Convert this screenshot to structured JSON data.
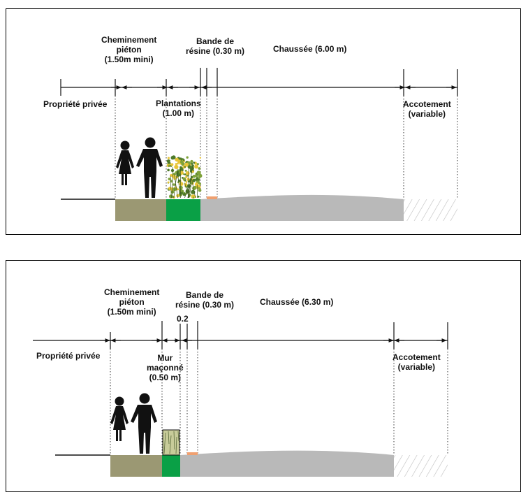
{
  "colors": {
    "pedestrian_path": "#9b9873",
    "planting_green": "#0aa046",
    "roadway_grey": "#b9b9b9",
    "resin_strip": "#f0a070",
    "shrub_leaf": "#7fa23a",
    "shrub_flower": "#e8c437",
    "wall_stone": "#c8cc9a",
    "silhouette": "#111111"
  },
  "panel_1": {
    "propriete_privee": "Propriété privée",
    "cheminement_pieton": [
      "Cheminement",
      "piéton",
      "(1.50m mini)"
    ],
    "plantations": [
      "Plantations",
      "(1.00 m)"
    ],
    "bande_de_resine": [
      "Bande de",
      "résine (0.30 m)"
    ],
    "chaussee": "Chaussée (6.00 m)",
    "accotement": [
      "Accotement",
      "(variable)"
    ]
  },
  "panel_2": {
    "propriete_privee": "Propriété privée",
    "cheminement_pieton": [
      "Cheminement",
      "piéton",
      "(1.50m mini)"
    ],
    "bande_de_resine": [
      "Bande de",
      "résine (0.30 m)"
    ],
    "gap_label": "0.2",
    "mur_maconne": [
      "Mur",
      "maçonné",
      "(0.50 m)"
    ],
    "chaussee": "Chaussée (6.30 m)",
    "accotement": [
      "Accotement",
      "(variable)"
    ]
  }
}
